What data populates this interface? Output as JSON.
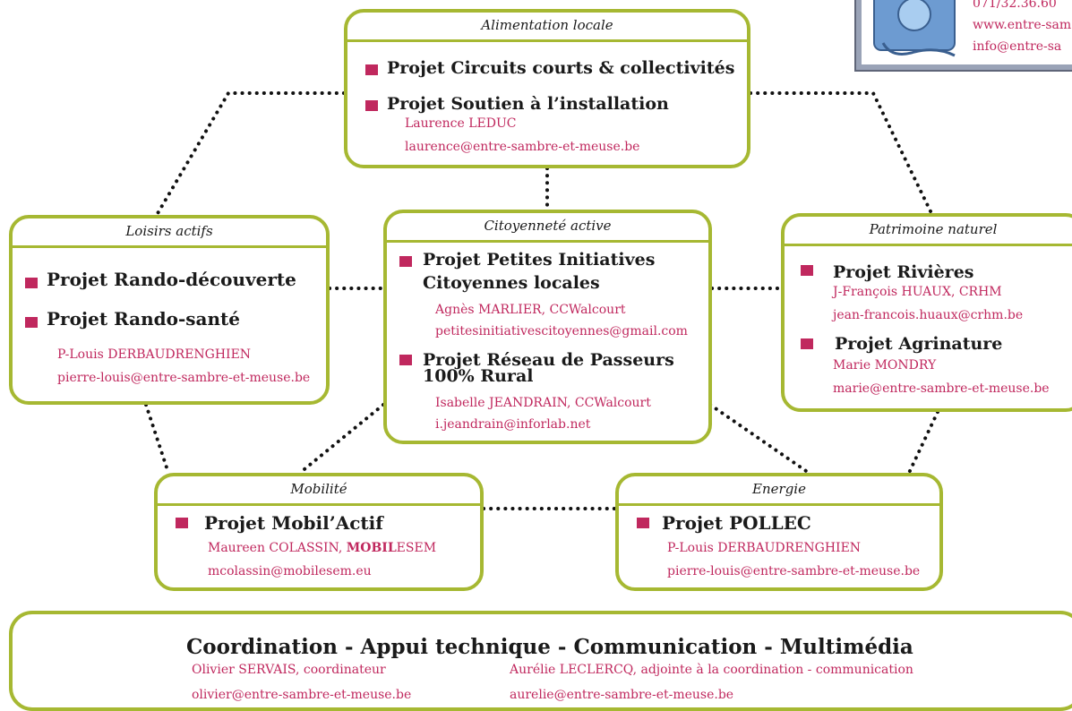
{
  "contact": {
    "phone": "071/32.36.60",
    "website": "www.entre-sam",
    "email": "info@entre-sa"
  },
  "boxes": {
    "alimentation": {
      "title": "Alimentation locale",
      "project1": "Projet Circuits courts & collectivités",
      "project2": "Projet Soutien à l’installation",
      "person": "Laurence LEDUC",
      "email": "laurence@entre-sambre-et-meuse.be"
    },
    "loisirs": {
      "title": "Loisirs actifs",
      "project1": "Projet Rando-découverte",
      "project2": "Projet Rando-santé",
      "person": "P-Louis DERBAUDRENGHIEN",
      "email": "pierre-louis@entre-sambre-et-meuse.be"
    },
    "citoyennete": {
      "title": "Citoyenneté active",
      "project1_line1": "Projet Petites Initiatives",
      "project1_line2": "Citoyennes locales",
      "person1": "Agnès MARLIER, CCWalcourt",
      "email1": "petitesinitiativescitoyennes@gmail.com",
      "project2_line1": "Projet Réseau de Passeurs",
      "project2_line2": "100% Rural",
      "person2": "Isabelle JEANDRAIN, CCWalcourt",
      "email2": "i.jeandrain@inforlab.net"
    },
    "patrimoine": {
      "title": "Patrimoine naturel",
      "project1": "Projet Rivières",
      "person1": "J-François HUAUX, CRHM",
      "email1": "jean-francois.huaux@crhm.be",
      "project2": "Projet Agrinature",
      "person2": "Marie MONDRY",
      "email2": "marie@entre-sambre-et-meuse.be"
    },
    "mobilite": {
      "title": "Mobilité",
      "project1": "Projet Mobil’Actif",
      "person_name": "Maureen COLASSIN, ",
      "person_org_bold": "MOBIL",
      "person_org_rest": "ESEM",
      "email": "mcolassin@mobilesem.eu"
    },
    "energie": {
      "title": "Energie",
      "project1": "Projet POLLEC",
      "person": "P-Louis DERBAUDRENGHIEN",
      "email": "pierre-louis@entre-sambre-et-meuse.be"
    },
    "coordination": {
      "title": "Coordination - Appui technique - Communication - Multimédia",
      "person1": "Olivier SERVAIS, coordinateur",
      "email1": "olivier@entre-sambre-et-meuse.be",
      "person2": "Aurélie LECLERCQ, adjointe à la coordination - communication",
      "email2": "aurelie@entre-sambre-et-meuse.be"
    }
  },
  "colors": {
    "border": "#a6b832",
    "accent": "#c0285e",
    "connector": "#111111"
  }
}
